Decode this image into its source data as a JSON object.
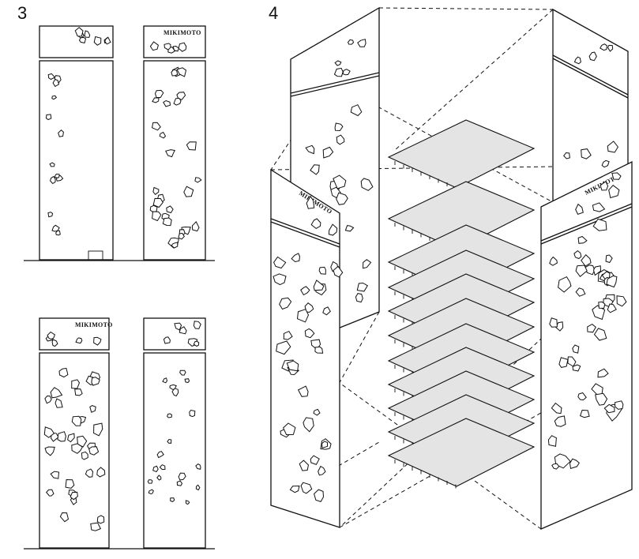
{
  "figure_numbers": {
    "elevations": "3",
    "axonometric": "4"
  },
  "logo_text": "MIKIMOTO",
  "colors": {
    "ink": "#111111",
    "paper": "#ffffff",
    "slab_fill": "#e4e4e4"
  }
}
